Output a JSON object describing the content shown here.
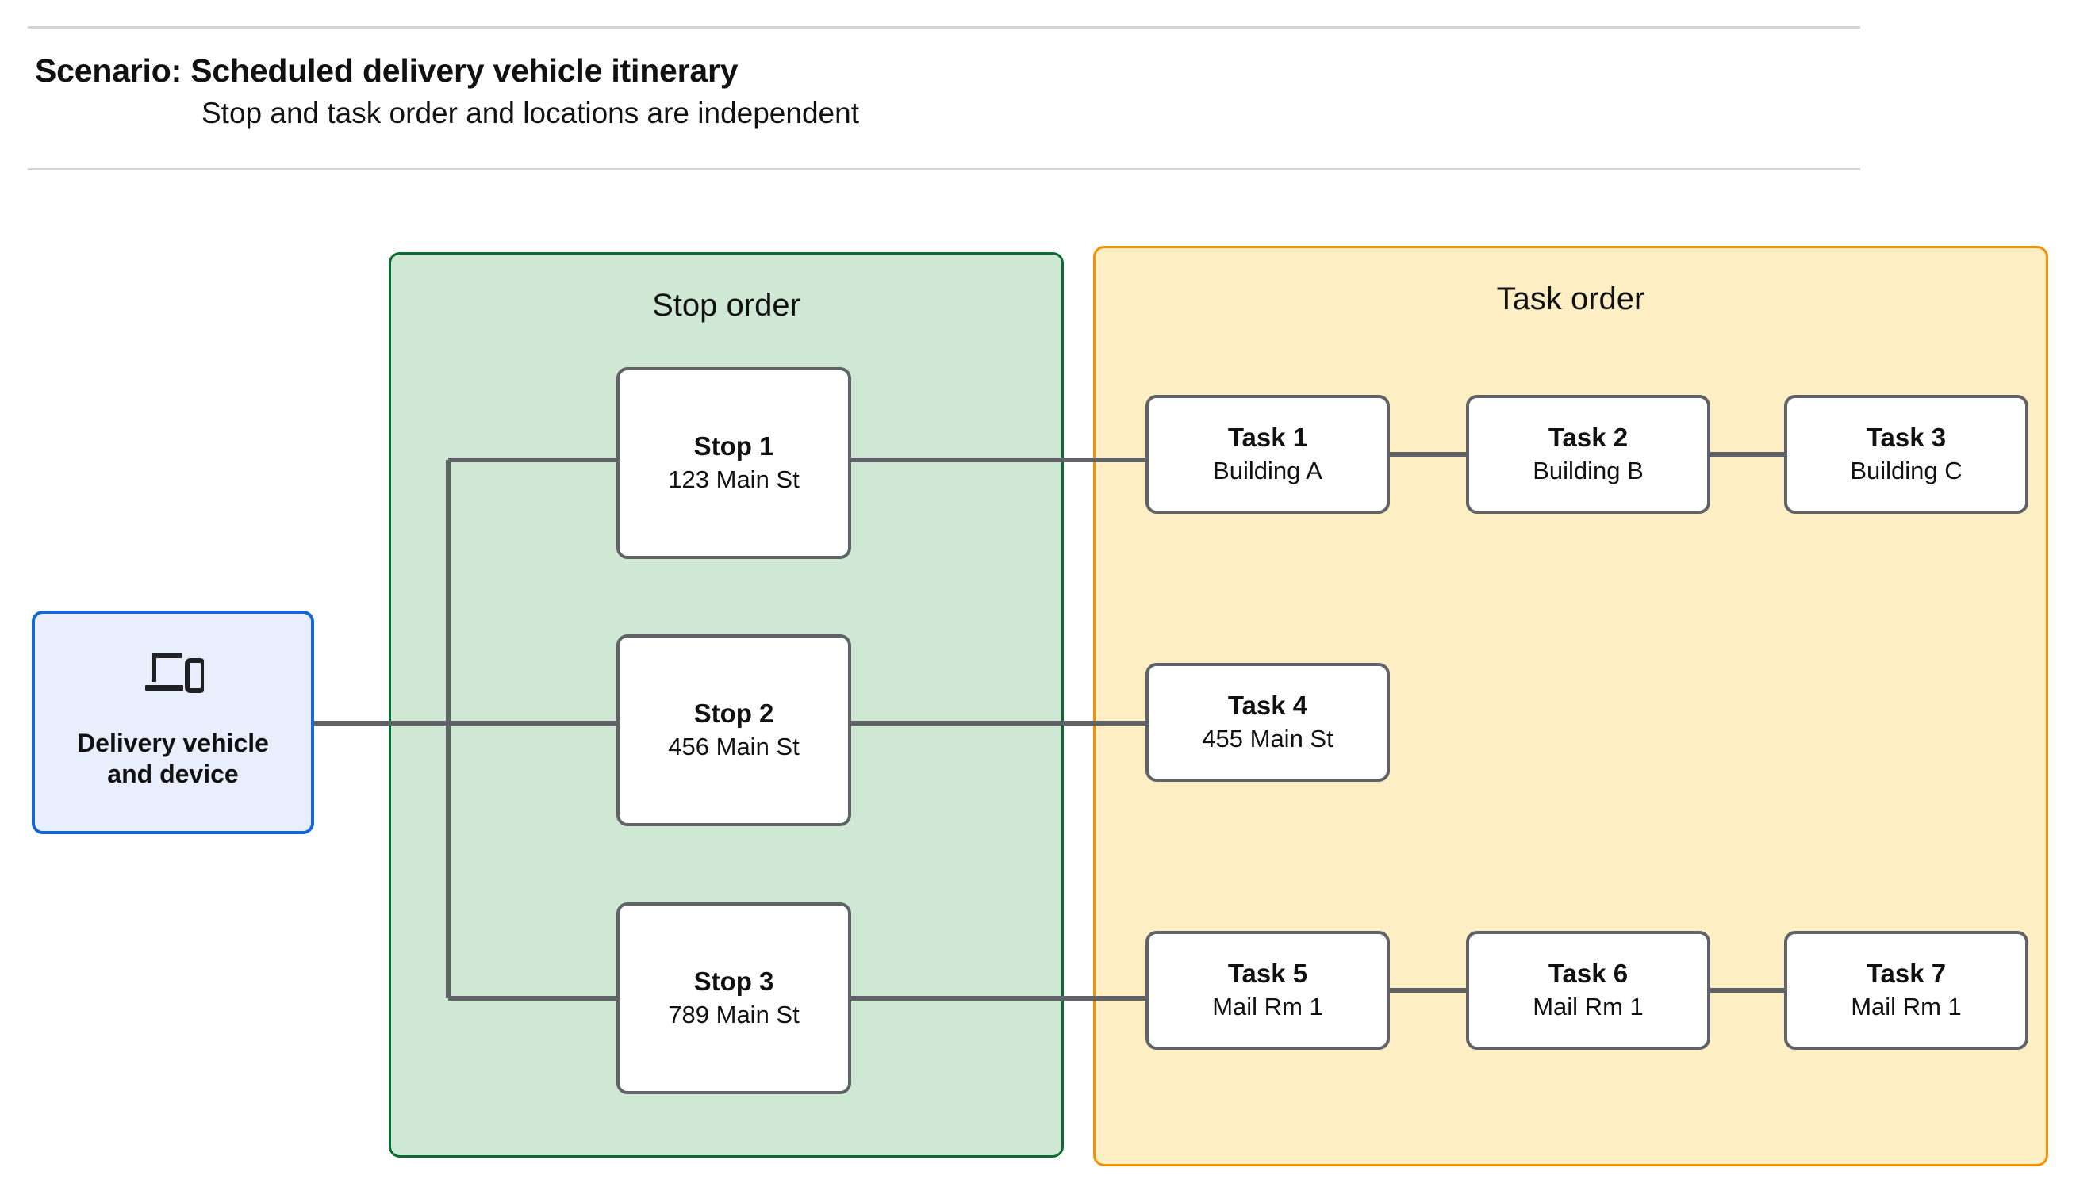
{
  "header": {
    "title": "Scenario: Scheduled delivery vehicle itinerary",
    "subtitle": "Stop and task order and locations are independent"
  },
  "vehicle": {
    "label": "Delivery vehicle\nand device",
    "icon": "devices-icon",
    "border_color": "#1667d4",
    "fill_color": "#e8eefc"
  },
  "stop_group": {
    "title": "Stop order",
    "fill_color": "#cfe8d4",
    "border_color": "#0b6b32",
    "stops": [
      {
        "name": "Stop 1",
        "location": "123 Main St"
      },
      {
        "name": "Stop 2",
        "location": "456 Main St"
      },
      {
        "name": "Stop 3",
        "location": "789 Main St"
      }
    ]
  },
  "task_group": {
    "title": "Task order",
    "fill_color": "#fdeec3",
    "border_color": "#f59000",
    "rows": [
      {
        "tasks": [
          {
            "name": "Task 1",
            "location": "Building A"
          },
          {
            "name": "Task 2",
            "location": "Building B"
          },
          {
            "name": "Task 3",
            "location": "Building C"
          }
        ]
      },
      {
        "tasks": [
          {
            "name": "Task 4",
            "location": "455 Main St"
          }
        ]
      },
      {
        "tasks": [
          {
            "name": "Task 5",
            "location": "Mail Rm 1"
          },
          {
            "name": "Task 6",
            "location": "Mail Rm 1"
          },
          {
            "name": "Task 7",
            "location": "Mail Rm 1"
          }
        ]
      }
    ]
  },
  "connector_color": "#5f6368",
  "node_border_color": "#5f6368",
  "rule_color": "#d4d4d4"
}
